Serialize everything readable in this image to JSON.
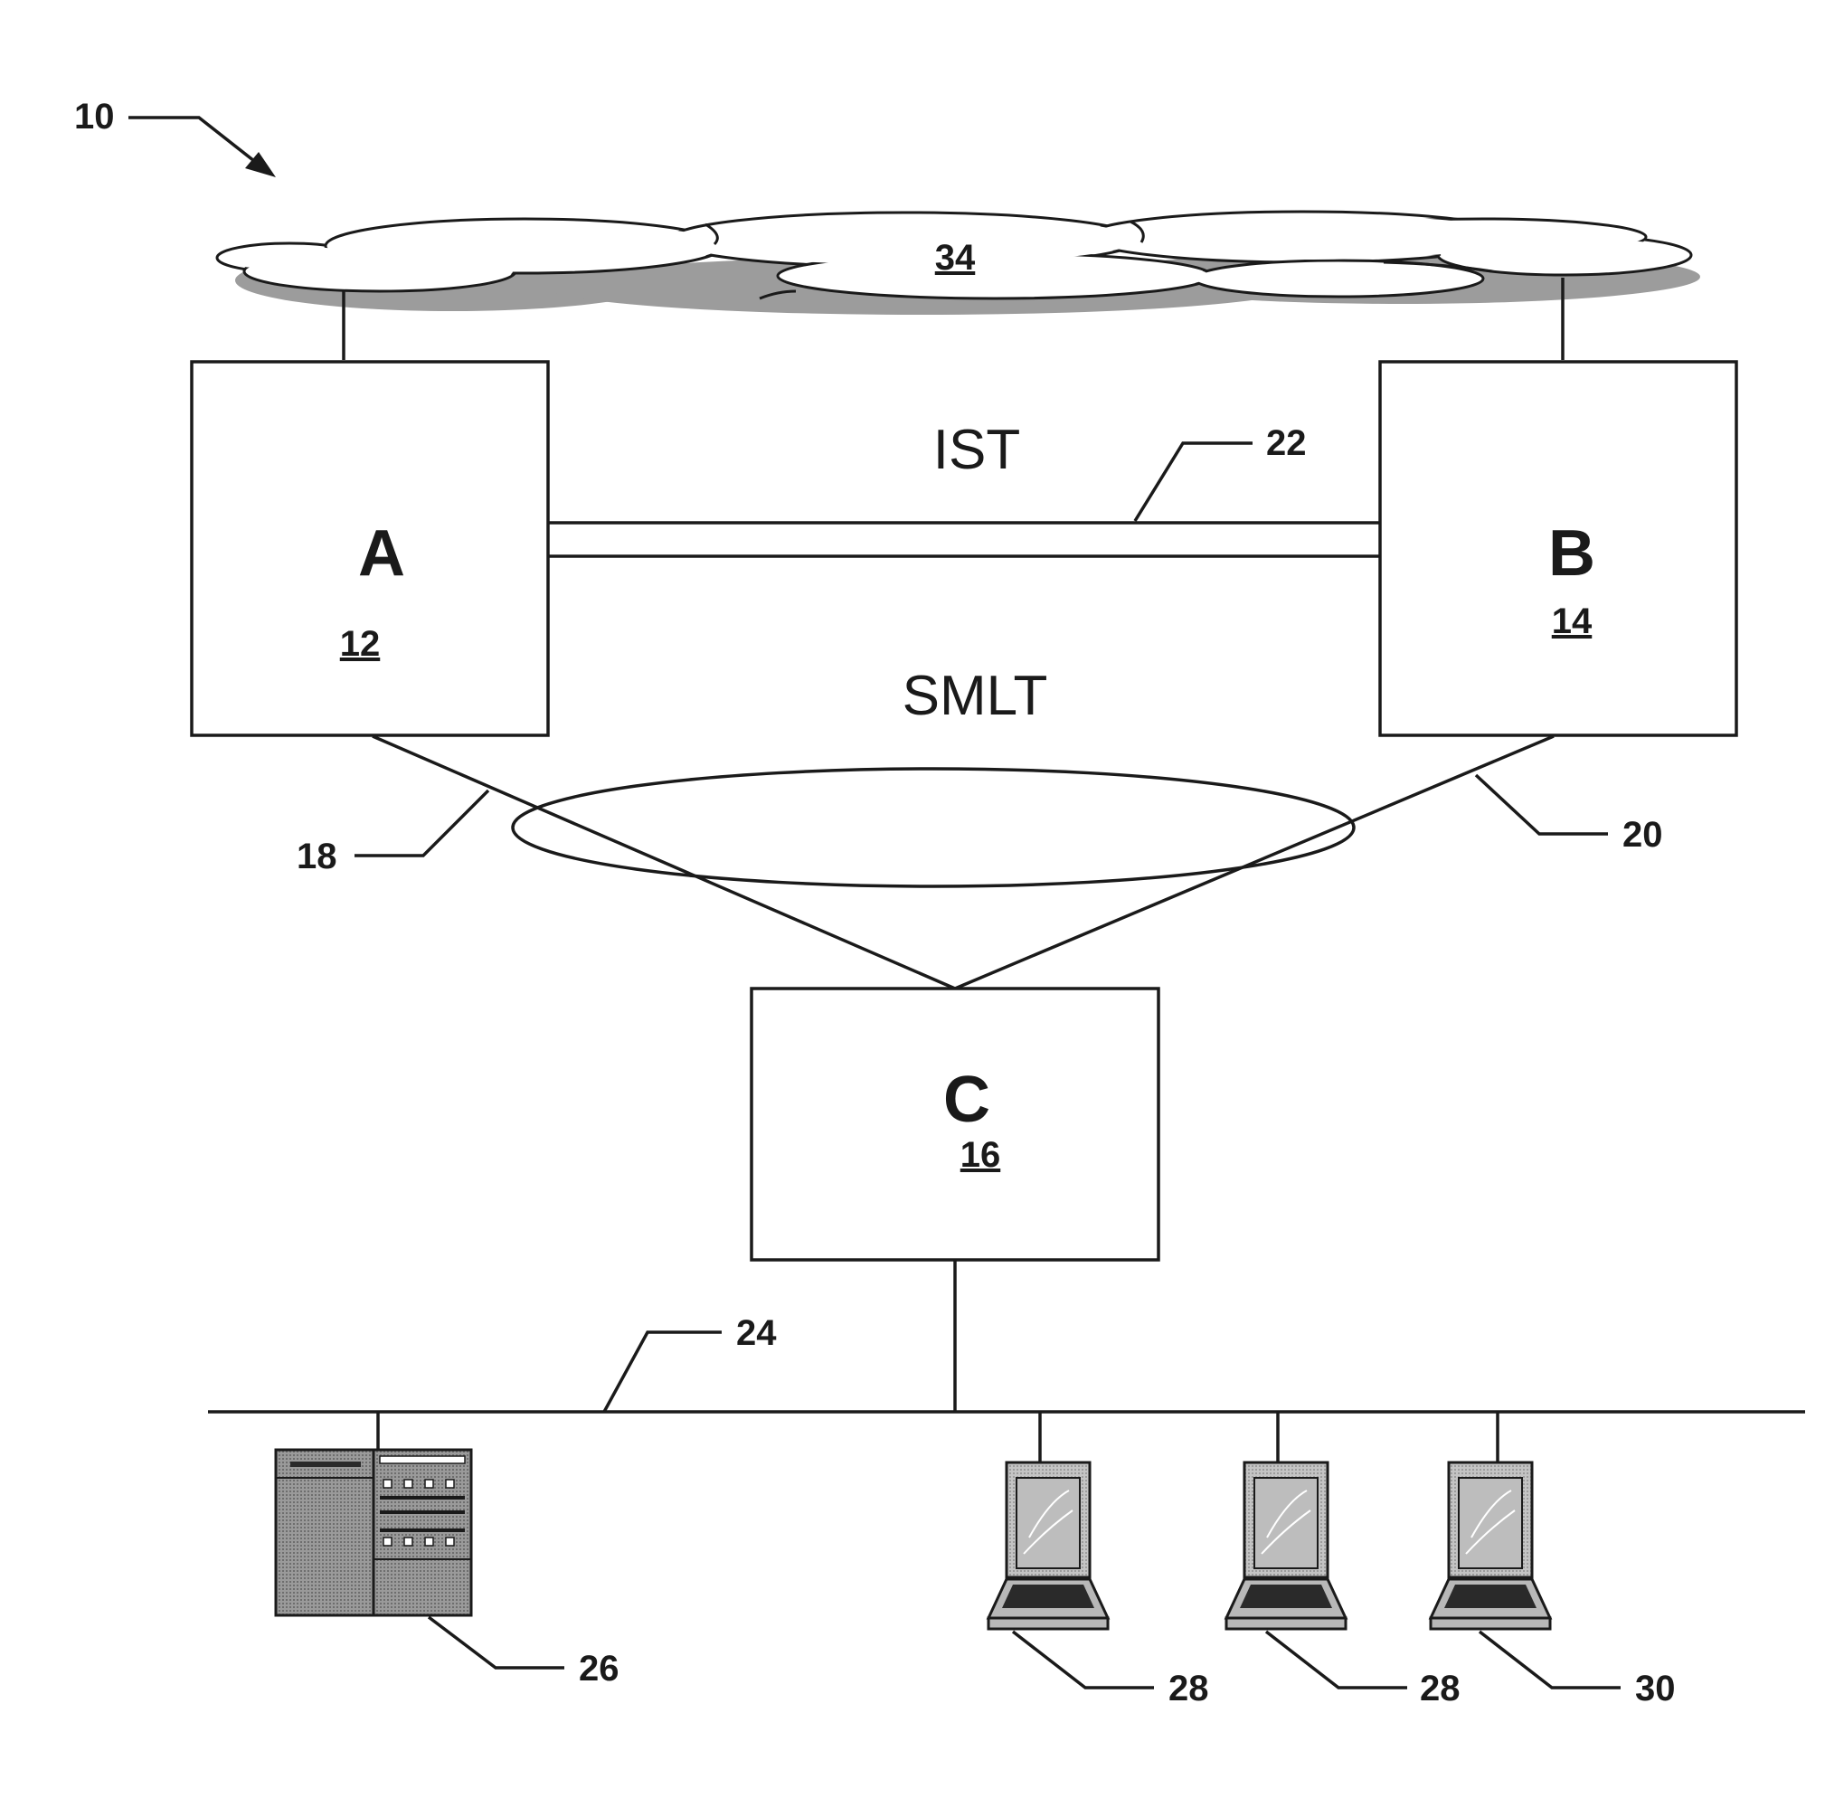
{
  "figure_ref": "10",
  "cloud": {
    "ref": "34"
  },
  "nodes": {
    "a": {
      "letter": "A",
      "ref": "12"
    },
    "b": {
      "letter": "B",
      "ref": "14"
    },
    "c": {
      "letter": "C",
      "ref": "16"
    }
  },
  "links": {
    "ist": {
      "label": "IST",
      "ref": "22"
    },
    "smlt": {
      "label": "SMLT"
    },
    "a_to_c": {
      "ref": "18"
    },
    "b_to_c": {
      "ref": "20"
    },
    "lan": {
      "ref": "24"
    }
  },
  "devices": {
    "server": {
      "ref": "26",
      "icon": "server-icon"
    },
    "laptop_1": {
      "ref": "28",
      "icon": "laptop-icon"
    },
    "laptop_2": {
      "ref": "28",
      "icon": "laptop-icon"
    },
    "laptop_3": {
      "ref": "30",
      "icon": "laptop-icon"
    }
  }
}
